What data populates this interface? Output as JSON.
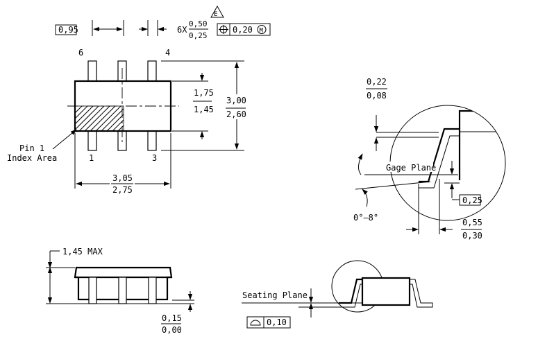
{
  "top_view": {
    "pitch": "0,95",
    "lead_width_prefix": "6X",
    "lead_width_max": "0,50",
    "lead_width_min": "0,25",
    "note_ref": "E",
    "position_tol": "0,20",
    "modifier": "M",
    "pin_numbers": [
      "6",
      "4",
      "1",
      "3"
    ],
    "pin1_label": [
      "Pin 1",
      "Index Area"
    ],
    "body_width_max": "1,75",
    "body_width_min": "1,45",
    "overall_width_max": "3,00",
    "overall_width_min": "2,60",
    "body_length_max": "3,05",
    "body_length_min": "2,75"
  },
  "detail": {
    "lead_thickness_max": "0,22",
    "lead_thickness_min": "0,08",
    "gage_plane_label": "Gage Plane",
    "gage_height": "0,25",
    "angle_range": "0°–8°",
    "foot_length_max": "0,55",
    "foot_length_min": "0,30"
  },
  "side_view": {
    "height_max_label": "1,45 MAX",
    "standoff_max": "0,15",
    "standoff_min": "0,00",
    "seating_plane_label": "Seating Plane",
    "coplanarity": "0,10"
  }
}
